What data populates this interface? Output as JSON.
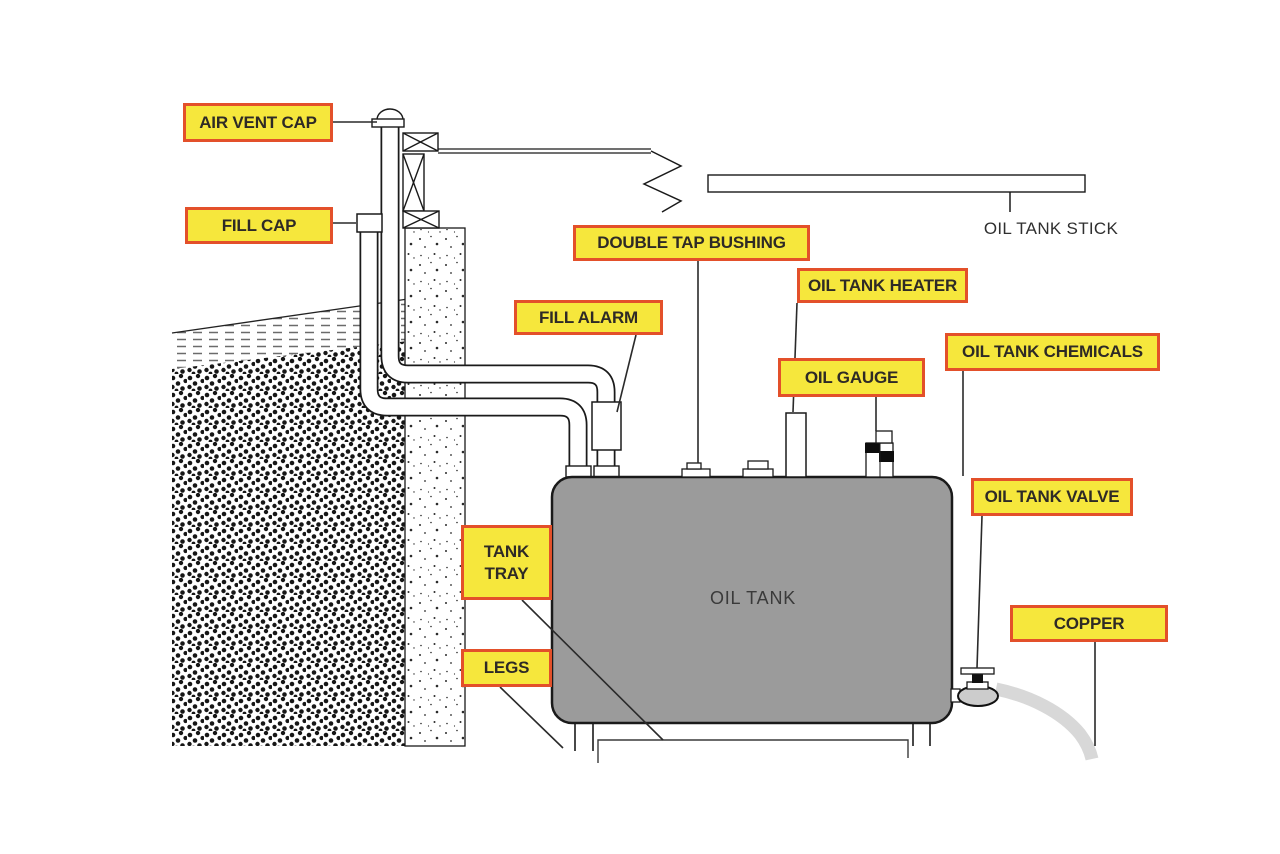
{
  "diagram": {
    "type": "labeled-schematic",
    "subject": "Residential heating oil tank installation parts diagram"
  },
  "labels": {
    "air_vent_cap": "AIR VENT CAP",
    "fill_cap": "FILL CAP",
    "double_tap_bushing": "DOUBLE TAP BUSHING",
    "fill_alarm": "FILL ALARM",
    "oil_tank_heater": "OIL TANK HEATER",
    "oil_gauge": "OIL GAUGE",
    "oil_tank_chemicals": "OIL TANK CHEMICALS",
    "oil_tank_valve": "OIL TANK VALVE",
    "tank_tray": "TANK TRAY",
    "legs": "LEGS",
    "copper": "COPPER",
    "oil_tank_stick": "OIL TANK STICK",
    "oil_tank": "OIL TANK"
  },
  "colors": {
    "label_fill": "#F6E73C",
    "label_border": "#E3502A",
    "label_text": "#2E2A26",
    "tank_fill": "#9B9B9B",
    "tank_text": "#3A3A3A",
    "copper": "#D8D8D8",
    "line": "#1A1A1A"
  }
}
